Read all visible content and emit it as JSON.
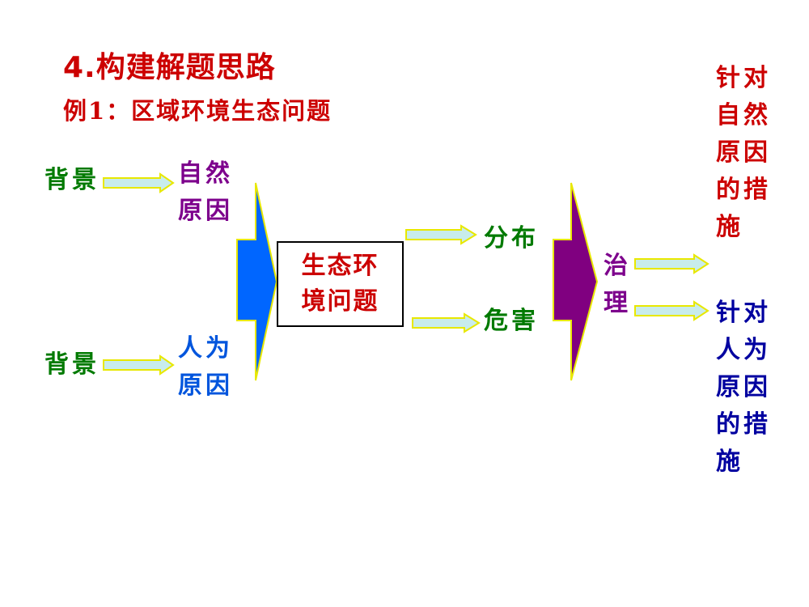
{
  "title": "4.构建解题思路",
  "subtitle": "例1：区域环境生态问题",
  "background_top": "背景",
  "background_bottom": "背景",
  "natural_cause": "自然\n原因",
  "human_cause": "人为\n原因",
  "center_problem": "生态环境问题",
  "distribution": "分布",
  "harm": "危害",
  "governance": "治\n理",
  "natural_measures": "针对自然原因的措施",
  "human_measures": "针对人为原因的措施",
  "colors": {
    "title_red": "#cc0000",
    "label_green": "#007a00",
    "natural_purple": "#7d008c",
    "human_blue": "#0055dd",
    "measures_navy": "#0000a0",
    "left_chevron": "#0066ff",
    "right_chevron": "#800080",
    "arrow_fill": "#c8ecec",
    "arrow_outline": "#e8e800"
  }
}
